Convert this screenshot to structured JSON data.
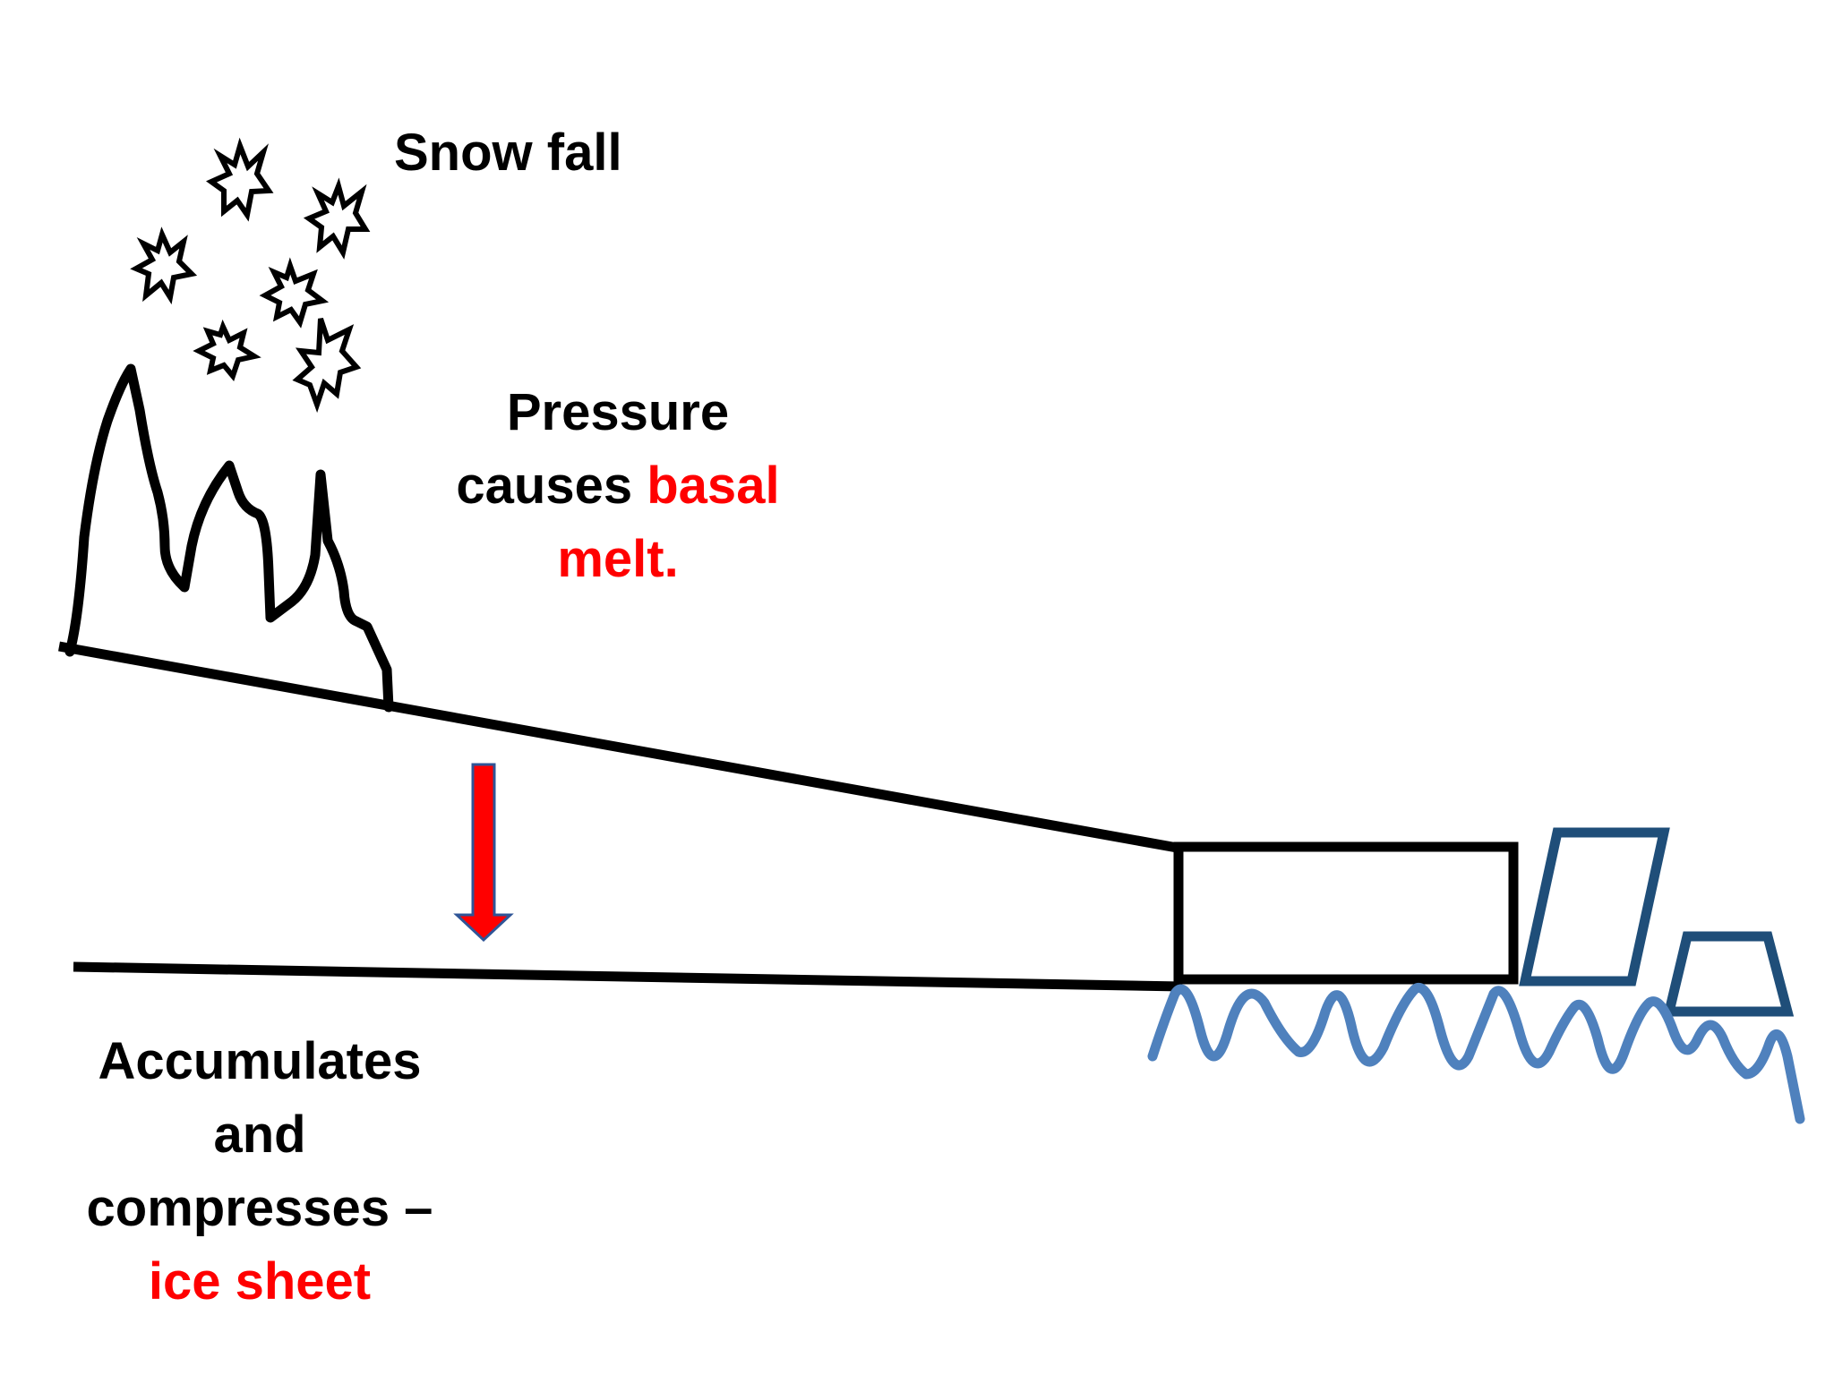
{
  "labels": {
    "snow_fall": "Snow fall",
    "pressure_line1": "Pressure",
    "pressure_line2_prefix": "causes ",
    "pressure_line2_highlight": "basal",
    "pressure_line3_highlight": "melt.",
    "accum_line1": "Accumulates",
    "accum_line2": "and",
    "accum_line3": "compresses –",
    "accum_line4_highlight": "ice sheet"
  },
  "colors": {
    "outline": "#000000",
    "highlight_text": "#ff0000",
    "arrow_fill": "#ff0000",
    "arrow_stroke": "#2f5597",
    "iceberg": "#1f4e79",
    "water": "#4f81bd"
  }
}
